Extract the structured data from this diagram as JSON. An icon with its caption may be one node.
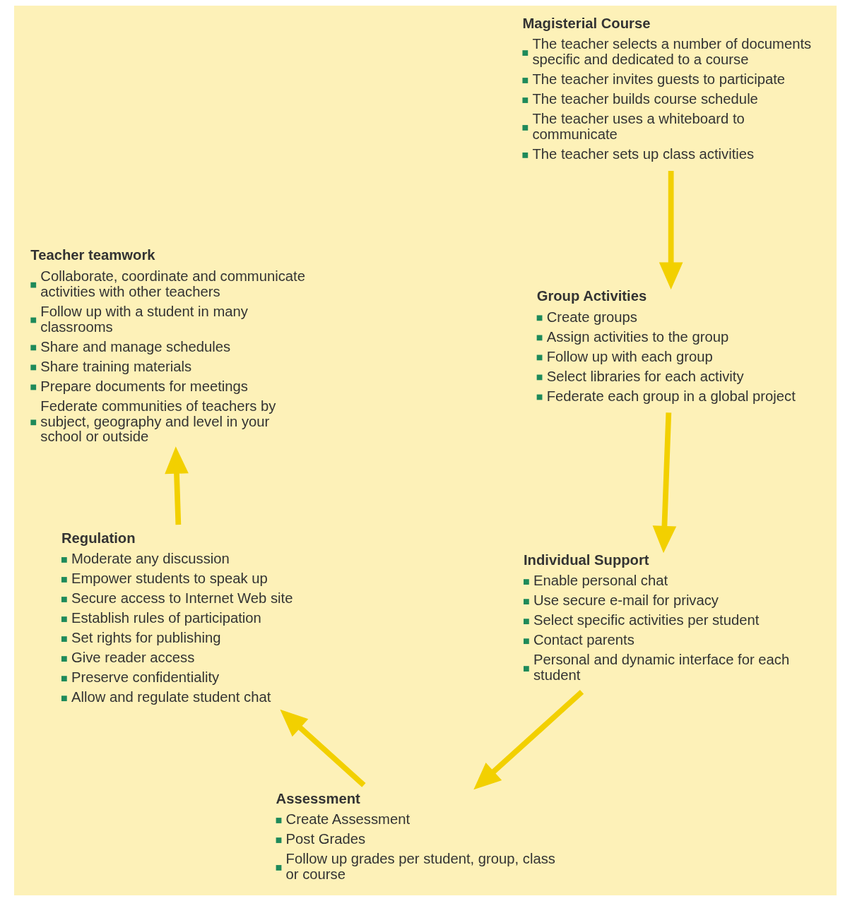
{
  "diagram": {
    "nodes": [
      {
        "text": [
          "Magisterial Course",
          "The teacher selects a number of documents specific and dedicated to a course",
          "The teacher invites guests to participate",
          "The teacher builds course schedule",
          "The teacher uses a whiteboard to communicate",
          "The teacher sets up class activities"
        ]
      },
      {
        "text": [
          "Teacher teamwork",
          "Collaborate, coordinate and communicate activities with other teachers",
          "Follow up with a student in many classrooms",
          "Share and manage schedules",
          "Share training materials",
          "Prepare documents for meetings",
          "Federate communities of teachers by subject, geography and level in your school or outside"
        ]
      },
      {
        "text": [
          "Group Activities",
          "Create groups",
          "Assign activities to the group",
          "Follow up with each group",
          "Select libraries for each activity",
          "Federate each group in a global project"
        ]
      },
      {
        "text": [
          "Individual Support",
          "Enable personal chat",
          "Use secure e-mail for privacy",
          "Select specific activities per student",
          "Contact parents",
          "Personal and dynamic interface for each student"
        ]
      },
      {
        "text": [
          "Regulation",
          "Moderate any discussion",
          "Empower students to speak up",
          "Secure access to Internet Web site",
          "Establish rules of participation",
          "Set rights for publishing",
          "Give reader access",
          "Preserve confidentiality",
          "Allow and regulate student chat"
        ]
      },
      {
        "text": [
          "Assessment",
          "Create Assessment",
          "Post Grades",
          "Follow up grades per student, group, class or course"
        ]
      }
    ],
    "edges": [
      {
        "from": 0,
        "to": 2,
        "arrow": "to"
      },
      {
        "from": 2,
        "to": 3,
        "arrow": "to"
      },
      {
        "from": 3,
        "to": 5,
        "arrow": "to"
      },
      {
        "from": 5,
        "to": 4,
        "arrow": "to"
      },
      {
        "from": 4,
        "to": 1,
        "arrow": "to"
      }
    ]
  }
}
